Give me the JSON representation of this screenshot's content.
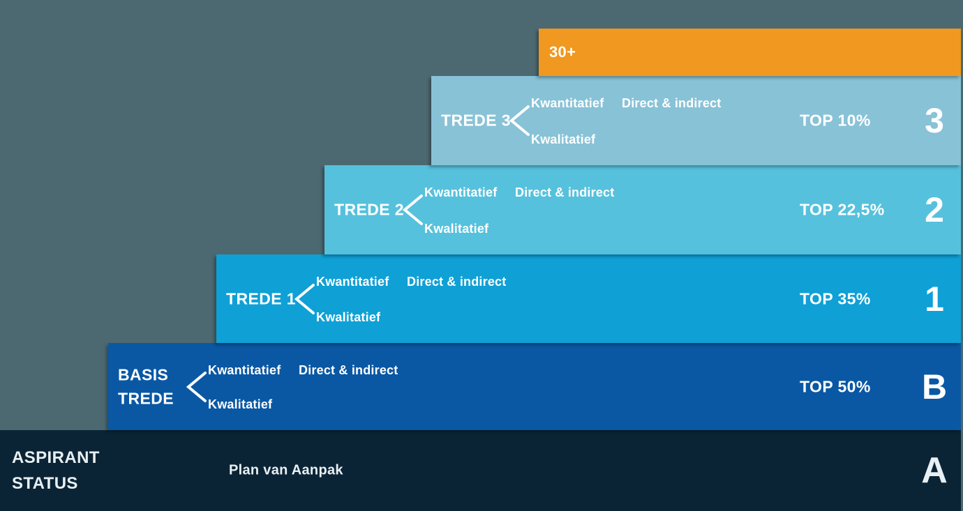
{
  "background_color": "#4C6972",
  "text_color": "#FFFFFF",
  "rows": [
    {
      "name": "30-plus",
      "label": "30+",
      "color": "#F0981F"
    },
    {
      "name": "trede-3",
      "label": "TREDE 3",
      "kwantitatief": "Kwantitatief",
      "kwalitatief": "Kwalitatief",
      "direct_indirect": "Direct & indirect",
      "top": "TOP 10%",
      "grade": "3",
      "color": "#88C2D7"
    },
    {
      "name": "trede-2",
      "label": "TREDE 2",
      "kwantitatief": "Kwantitatief",
      "kwalitatief": "Kwalitatief",
      "direct_indirect": "Direct & indirect",
      "top": "TOP 22,5%",
      "grade": "2",
      "color": "#56C1DC"
    },
    {
      "name": "trede-1",
      "label": "TREDE 1",
      "kwantitatief": "Kwantitatief",
      "kwalitatief": "Kwalitatief",
      "direct_indirect": "Direct & indirect",
      "top": "TOP 35%",
      "grade": "1",
      "color": "#0FA0D6"
    },
    {
      "name": "basis-trede",
      "label_line1": "BASIS",
      "label_line2": "TREDE",
      "kwantitatief": "Kwantitatief",
      "kwalitatief": "Kwalitatief",
      "direct_indirect": "Direct & indirect",
      "top": "TOP 50%",
      "grade": "B",
      "color": "#0A58A4"
    },
    {
      "name": "aspirant-status",
      "label_line1": "ASPIRANT",
      "label_line2": "STATUS",
      "plan": "Plan van Aanpak",
      "grade": "A",
      "color": "#0B2435"
    }
  ]
}
